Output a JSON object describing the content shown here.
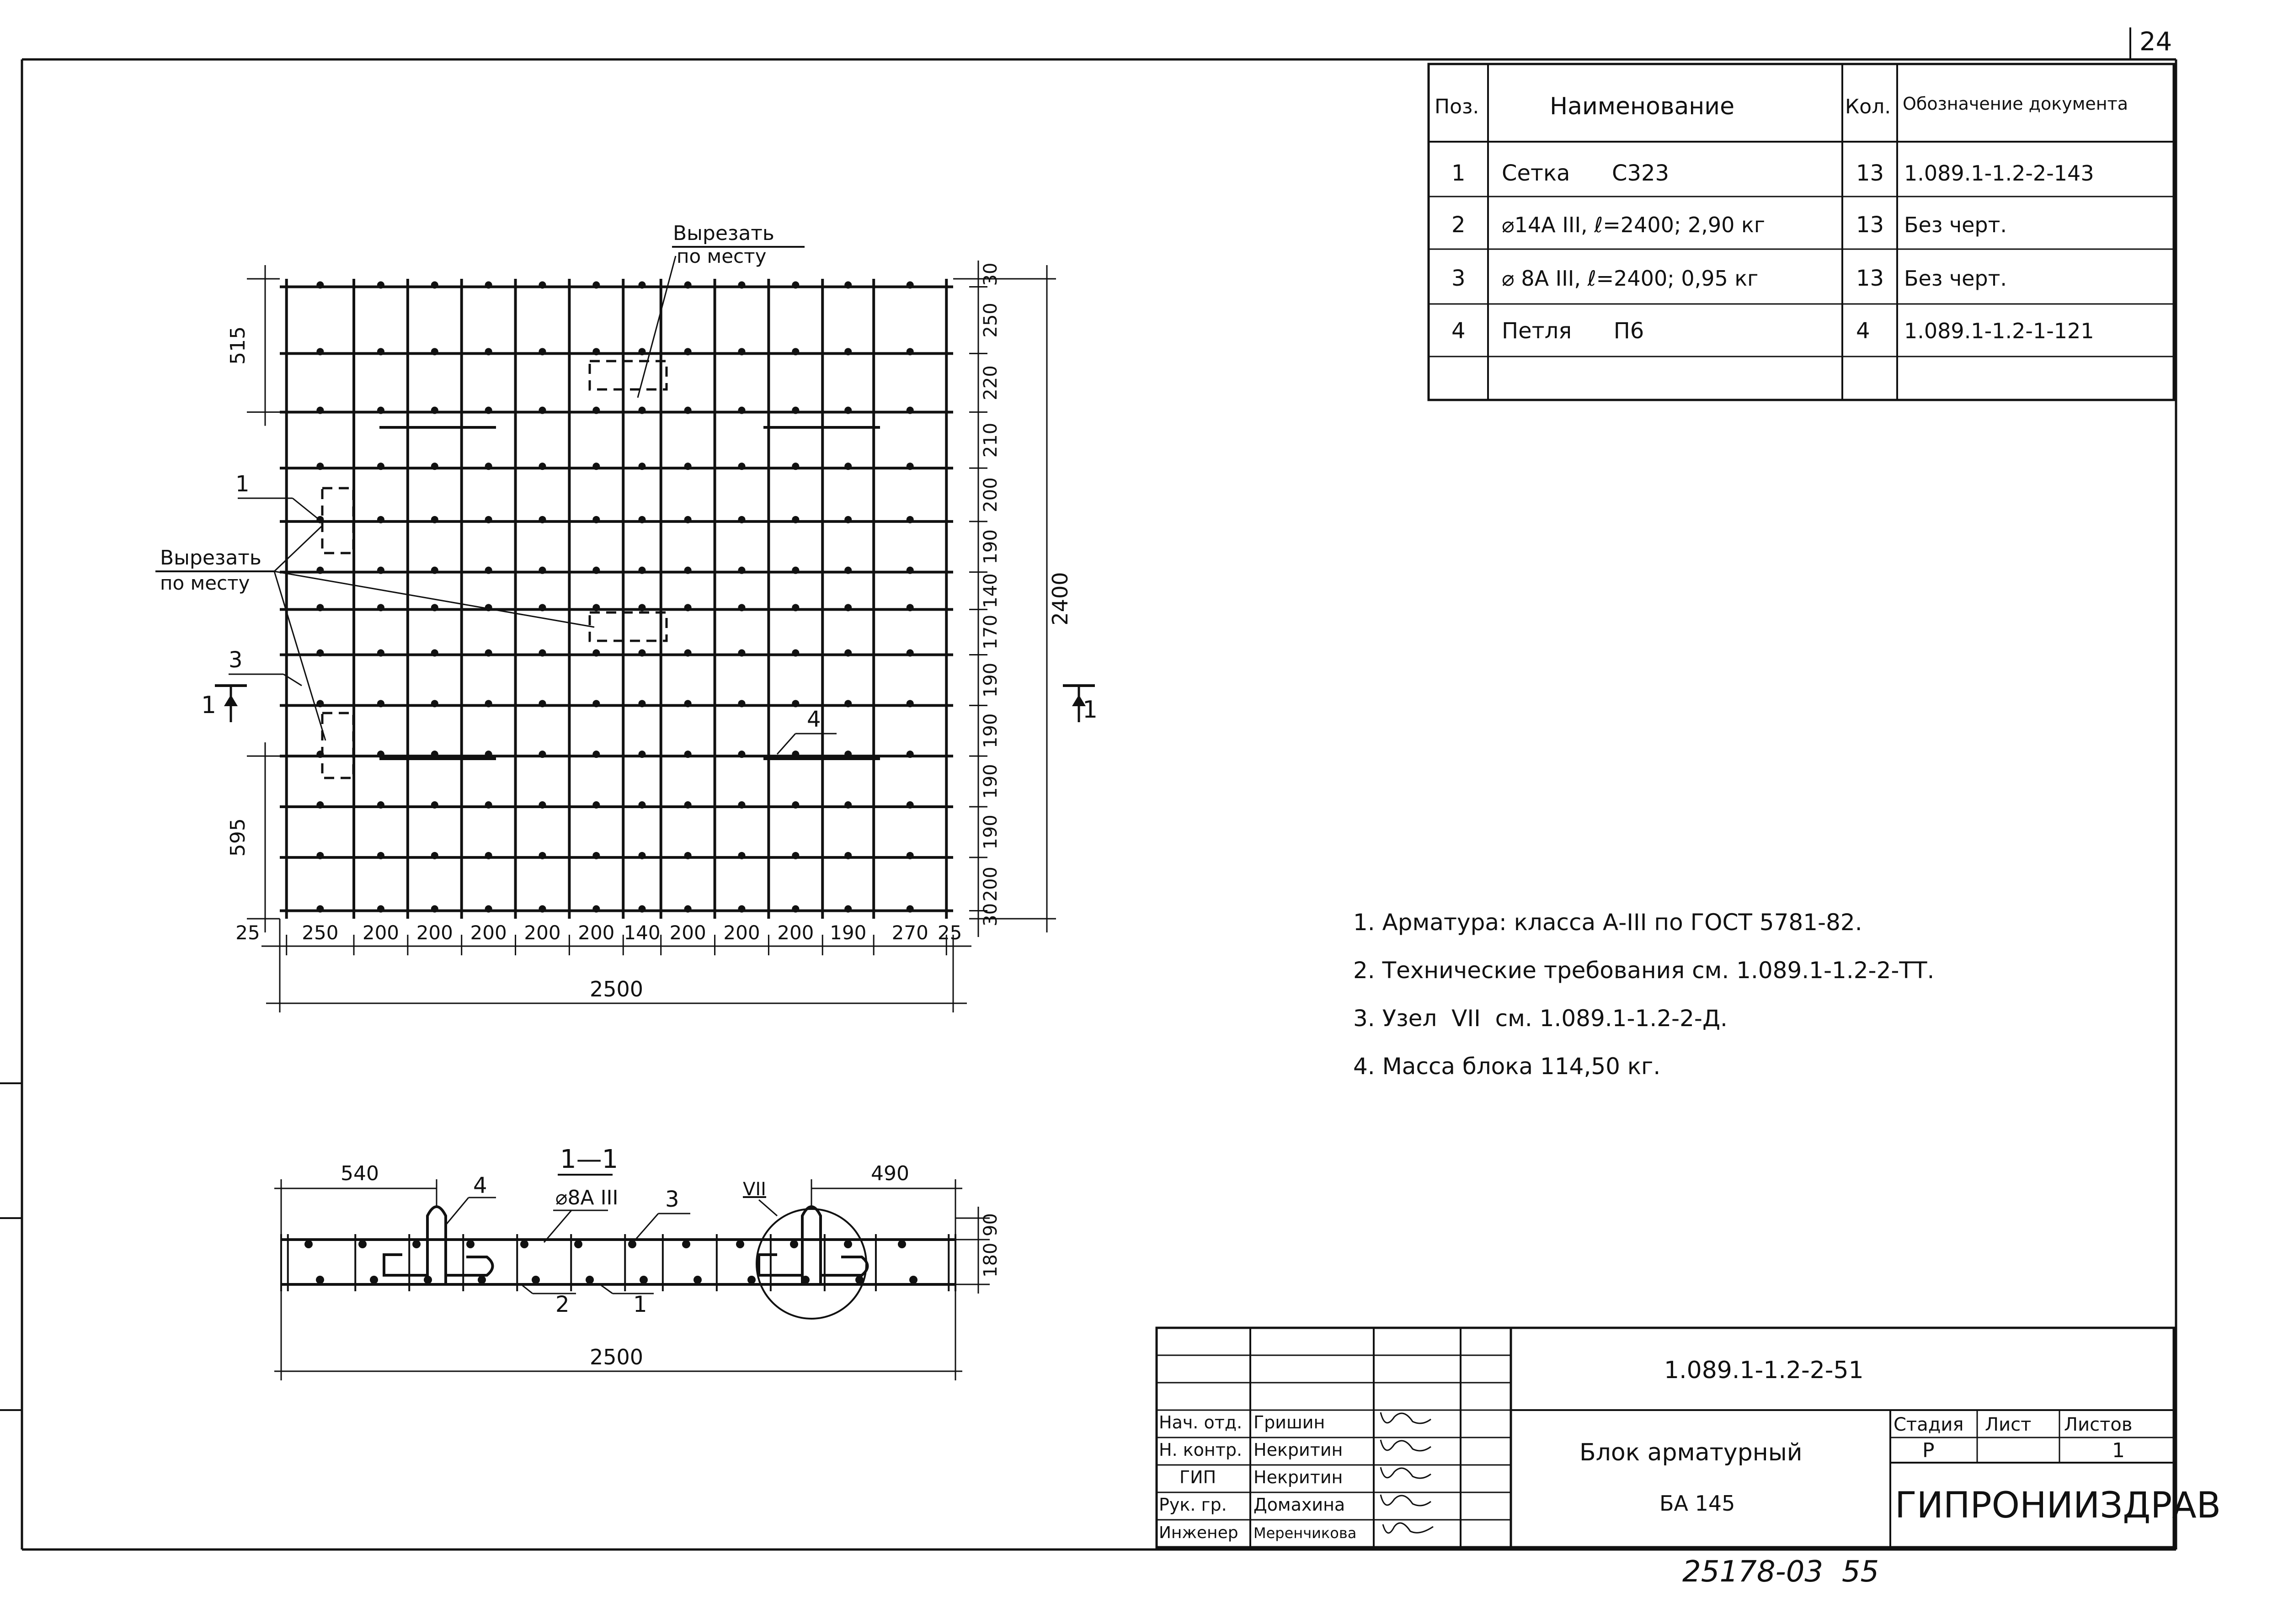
{
  "page_number": "24",
  "spec_table": {
    "headers": {
      "pos": "Поз.",
      "name": "Наименование",
      "qty": "Кол.",
      "doc": "Обозначение документа"
    },
    "rows": [
      {
        "pos": "1",
        "name": "Сетка      С323",
        "qty": "13",
        "doc": "1.089.1-1.2-2-143"
      },
      {
        "pos": "2",
        "name": "⌀14А III, ℓ=2400; 2,90 кг",
        "qty": "13",
        "doc": "Без черт."
      },
      {
        "pos": "3",
        "name": "⌀ 8А III, ℓ=2400; 0,95 кг",
        "qty": "13",
        "doc": "Без черт."
      },
      {
        "pos": "4",
        "name": "Петля      П6",
        "qty": "4",
        "doc": "1.089.1-1.2-1-121"
      },
      {
        "pos": "",
        "name": "",
        "qty": "",
        "doc": ""
      }
    ]
  },
  "plan": {
    "cut_top": [
      "Вырезать",
      "по месту"
    ],
    "cut_left": [
      "Вырезать",
      "по месту"
    ],
    "bottom_dims": [
      "25",
      "250",
      "200",
      "200",
      "200",
      "200",
      "200",
      "140",
      "200",
      "200",
      "200",
      "190",
      "270",
      "25"
    ],
    "total_width": "2500",
    "right_dims": [
      "30",
      "250",
      "220",
      "210",
      "200",
      "190",
      "140",
      "170",
      "190",
      "190",
      "190",
      "190",
      "200",
      "30"
    ],
    "total_height": "2400",
    "left_dim_top": "515",
    "left_dim_bottom": "595",
    "labels": {
      "pos1": "1",
      "pos3": "3",
      "pos4": "4"
    },
    "section_left": "1",
    "section_right": "1"
  },
  "section": {
    "title": "1—1",
    "dim_left": "540",
    "dim_right": "490",
    "total": "2500",
    "rebar_label": "⌀8А III",
    "node": "VII",
    "right_dims": [
      "90",
      "180"
    ],
    "labels": {
      "p4": "4",
      "p3": "3",
      "p2": "2",
      "p1": "1"
    }
  },
  "notes": [
    "1. Арматура: класса А-III по ГОСТ 5781-82.",
    "2. Технические требования см. 1.089.1-1.2-2-ТТ.",
    "3. Узел  VII  см. 1.089.1-1.2-2-Д.",
    "4. Масса блока 114,50 кг."
  ],
  "title_block": {
    "designation": "1.089.1-1.2-2-51",
    "title": "Блок арматурный",
    "mark": "БА 145",
    "stage_header": "Стадия",
    "sheet_header": "Лист",
    "sheets_header": "Листов",
    "stage": "Р",
    "sheet": "",
    "sheets": "1",
    "organization": "ГИПРОНИИЗДРАВ",
    "signers": [
      {
        "role": "Нач. отд.",
        "name": "Гришин"
      },
      {
        "role": "Н. контр.",
        "name": "Некритин"
      },
      {
        "role": "ГИП",
        "name": "Некритин"
      },
      {
        "role": "Рук. гр.",
        "name": "Домахина"
      },
      {
        "role": "Инженер",
        "name": "Меренчикова"
      }
    ]
  },
  "archive_number": "25178-03  55"
}
